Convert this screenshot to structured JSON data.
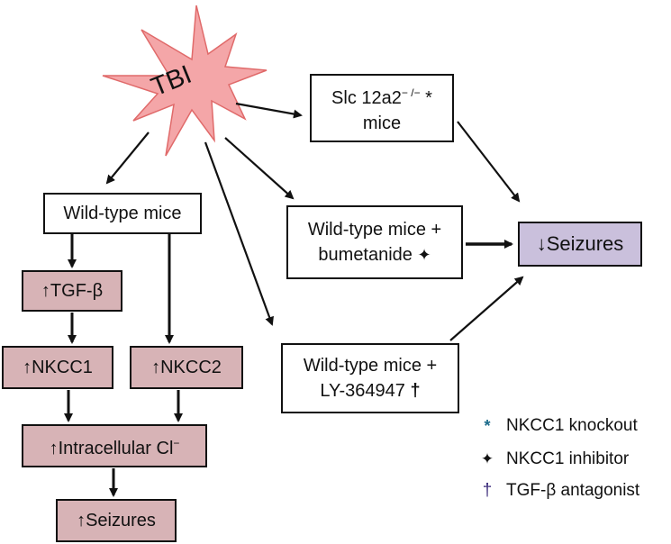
{
  "trigger": "TBI",
  "boxes": {
    "slc_line1": "Slc 12a2",
    "slc_sup": "− /−",
    "slc_mark": "*",
    "slc_line2": "mice",
    "wt_left": "Wild-type mice",
    "wt_bum_line1": "Wild-type mice +",
    "wt_bum_line2": "bumetanide",
    "wt_ly_line1": "Wild-type mice +",
    "wt_ly_line2": "LY-364947",
    "tgf": "↑TGF-β",
    "nkcc1": "↑NKCC1",
    "nkcc2": "↑NKCC2",
    "intracellular": "↑Intracellular Cl",
    "intracellular_sup": "−",
    "seizures_up": "↑Seizures",
    "seizures_down": "↓Seizures"
  },
  "legend": [
    {
      "symbol": "*",
      "label": "NKCC1 knockout",
      "icon": "asterisk-icon",
      "color": "#1a6a8a"
    },
    {
      "symbol": "✦",
      "label": "NKCC1 inhibitor",
      "icon": "four-point-star-icon",
      "color": "#111111"
    },
    {
      "symbol": "†",
      "label": "TGF-β antagonist",
      "icon": "dagger-icon",
      "color": "#3a2a7a"
    }
  ],
  "colors": {
    "star_fill": "#f4a6a8",
    "star_stroke": "#e06a6a",
    "rose_box": "#d7b3b6",
    "lavender_box": "#cac0dc",
    "arrow": "#111111"
  }
}
